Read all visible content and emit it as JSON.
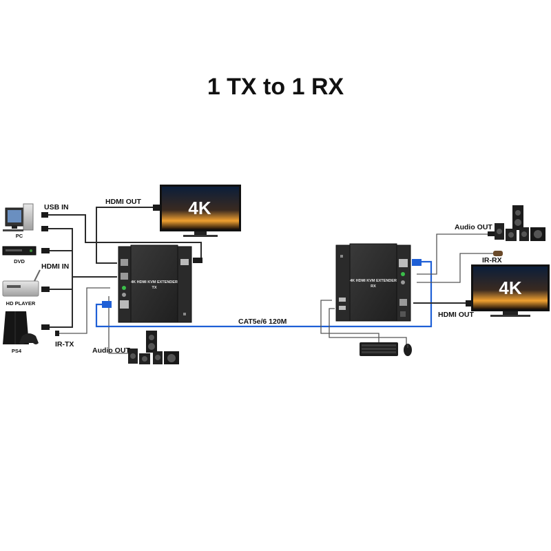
{
  "title": "1 TX to 1 RX",
  "labels": {
    "usb_in": "USB IN",
    "hdmi_out_tx": "HDMI OUT",
    "hdmi_in": "HDMI IN",
    "ir_tx": "IR-TX",
    "audio_out_tx": "Audio OUT",
    "cat_cable": "CAT5e/6 120M",
    "audio_out_rx": "Audio OUT",
    "ir_rx": "IR-RX",
    "hdmi_out_rx": "HDMI OUT"
  },
  "sources": {
    "pc": "PC",
    "dvd": "DVD",
    "hd_player": "HD PLAYER",
    "ps4": "PS4"
  },
  "devices": {
    "tx_line1": "4K HDMI KVM EXTENDER",
    "tx_line2": "TX",
    "rx_line1": "4K HDMI KVM EXTENDER",
    "rx_line2": "RX"
  },
  "display_text": "4K",
  "colors": {
    "network_cable": "#1e5fd6",
    "device_body": "#2b2b2b",
    "tv_glow": "#f0a030"
  }
}
